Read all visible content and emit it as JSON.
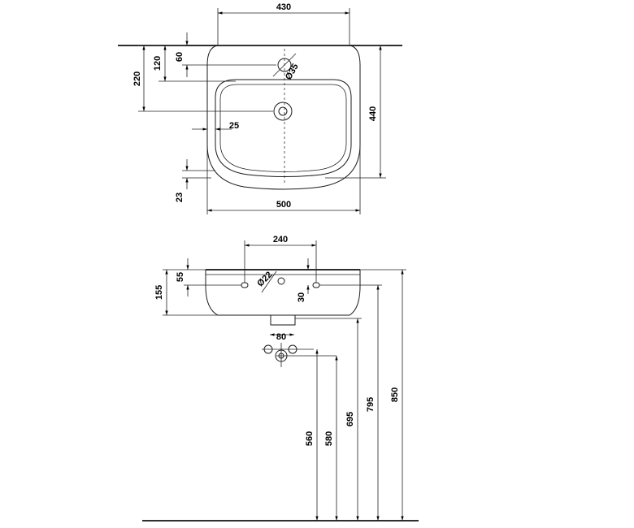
{
  "top_view": {
    "width_inner": "430",
    "width_outer": "500",
    "depth": "440",
    "tap_hole_offset": "60",
    "tap_hole_center": "120",
    "drain_center": "220",
    "rim_offset": "25",
    "front_rim": "23",
    "tap_hole_diameter": "Ø35"
  },
  "side_view": {
    "fixing_spacing": "240",
    "rim_height": "155",
    "fixing_offset": "55",
    "fixing_hole_diameter": "Ø22",
    "fixing_hole_drop": "30",
    "waste_spacing": "80",
    "height_560": "560",
    "height_580": "580",
    "height_695": "695",
    "height_795": "795",
    "height_850": "850"
  }
}
